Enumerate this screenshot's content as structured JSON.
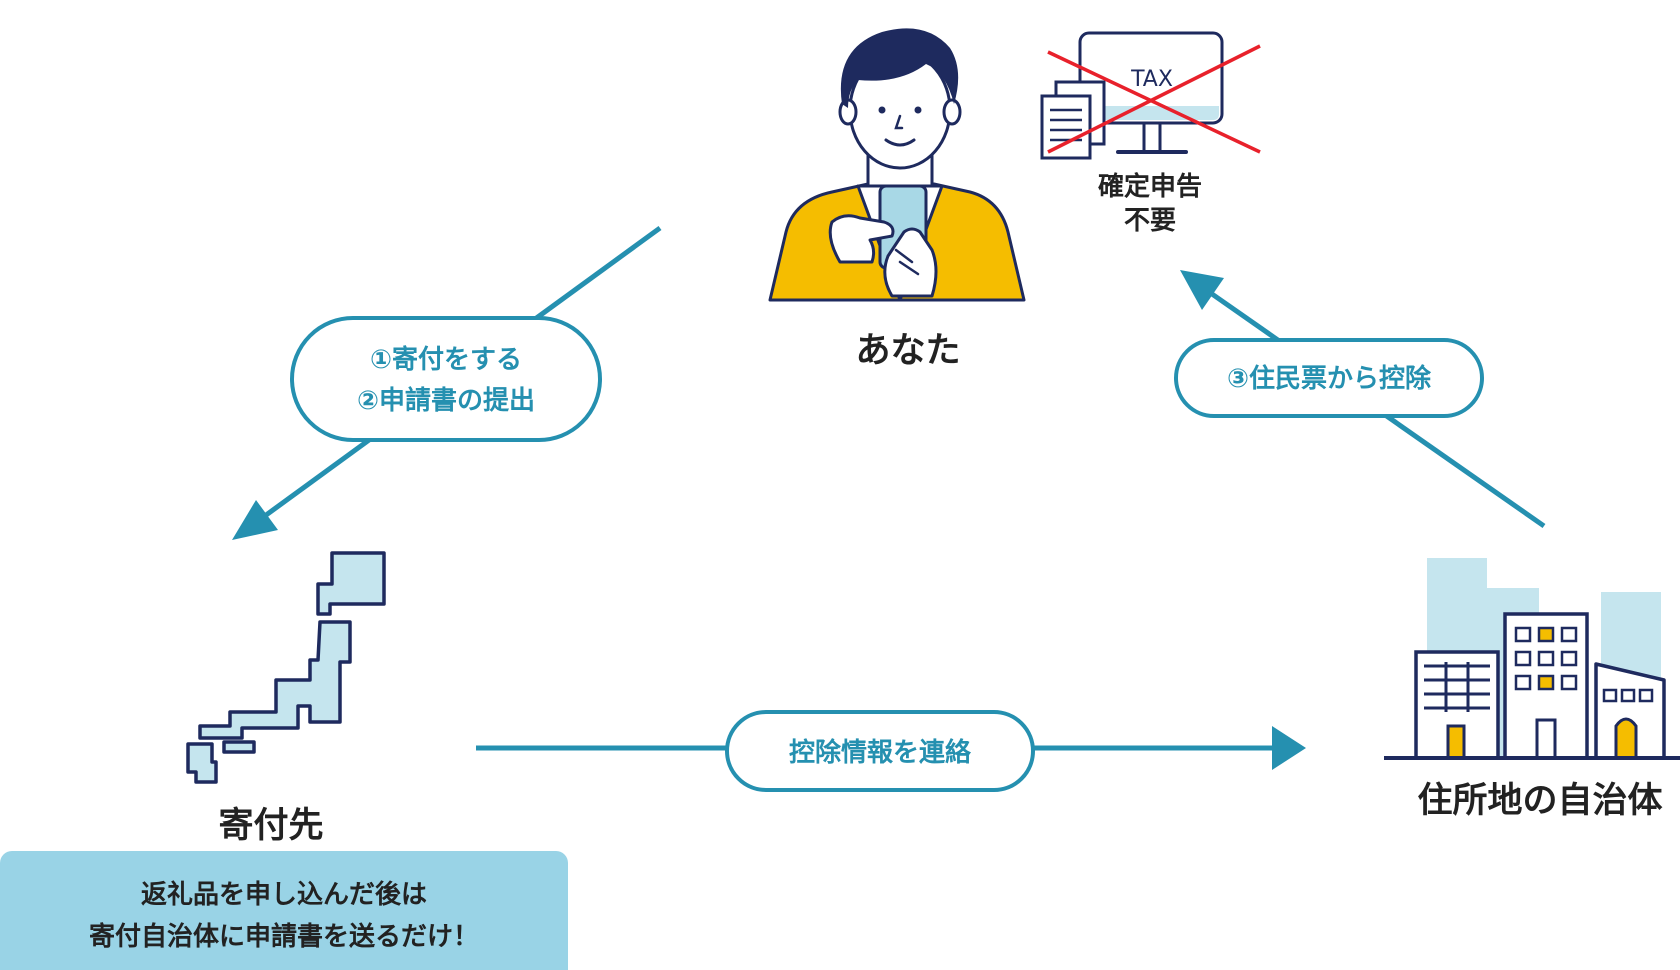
{
  "nodes": {
    "you": "あなた",
    "donee": "寄付先",
    "municipality": "住所地の自治体"
  },
  "tax_return": {
    "screen_text": "TAX",
    "line1": "確定申告",
    "line2": "不要"
  },
  "steps": {
    "step1": "①寄付をする",
    "step2": "②申請書の提出",
    "step3": "③住民票から控除",
    "notify": "控除情報を連絡"
  },
  "note": {
    "line1": "返礼品を申し込んだ後は",
    "line2": "寄付自治体に申請書を送るだけ！"
  },
  "colors": {
    "arrow": "#2590b0",
    "label_text": "#2590b0",
    "navy": "#1e2a5e",
    "yellow": "#f5bd00",
    "light_blue": "#c5e5ee",
    "note_box": "#99d3e6",
    "cross": "#e8212b",
    "text": "#222222"
  }
}
